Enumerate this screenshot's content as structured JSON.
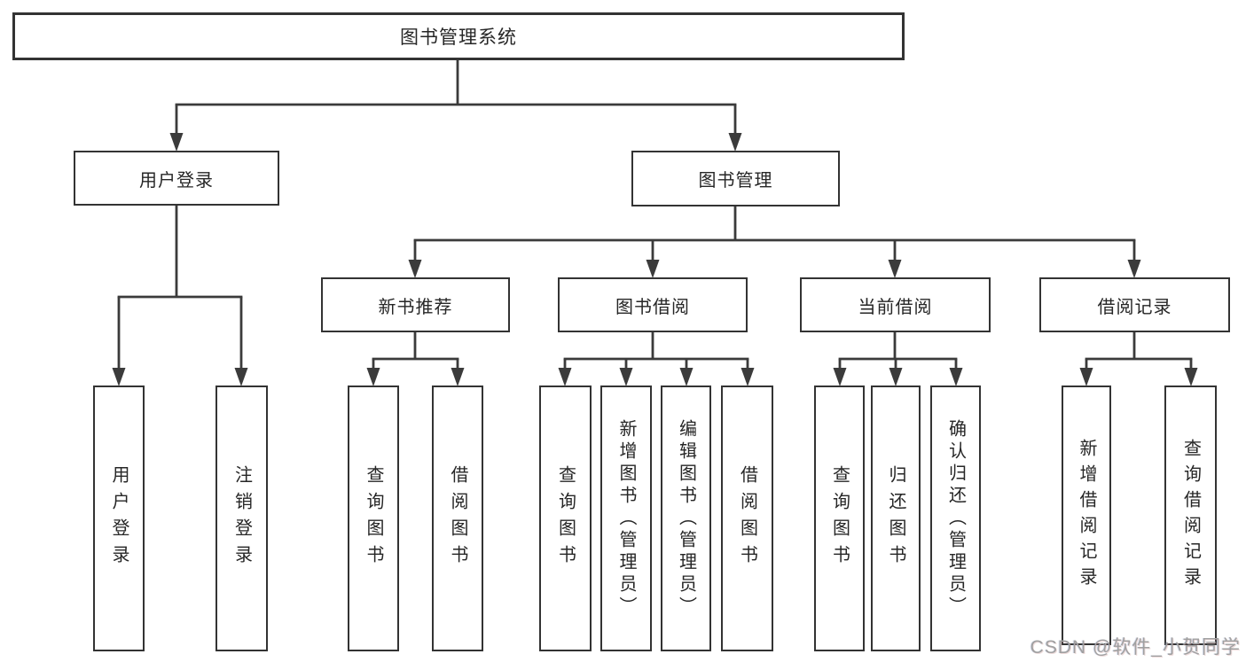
{
  "diagram": {
    "title": "图书管理系统",
    "type": "hierarchy-tree"
  },
  "nodes": {
    "root": {
      "label": "图书管理系统"
    },
    "user_login": {
      "label": "用户登录"
    },
    "book_mgmt": {
      "label": "图书管理"
    },
    "new_book": {
      "label": "新书推荐"
    },
    "book_borrow": {
      "label": "图书借阅"
    },
    "current_borrow": {
      "label": "当前借阅"
    },
    "borrow_record": {
      "label": "借阅记录"
    },
    "u_login": {
      "label": "用户登录"
    },
    "u_logout": {
      "label": "注销登录"
    },
    "nb_query": {
      "label": "查询图书"
    },
    "nb_borrow": {
      "label": "借阅图书"
    },
    "bb_query": {
      "label": "查询图书"
    },
    "bb_add": {
      "label": "新增图书（管理员）"
    },
    "bb_edit": {
      "label": "编辑图书（管理员）"
    },
    "bb_borrow": {
      "label": "借阅图书"
    },
    "cb_query": {
      "label": "查询图书"
    },
    "cb_return": {
      "label": "归还图书"
    },
    "cb_confirm": {
      "label": "确认归还（管理员）"
    },
    "br_add": {
      "label": "新增借阅记录"
    },
    "br_query": {
      "label": "查询借阅记录"
    }
  },
  "watermark": {
    "text": "CSDN @软件_小贺同学"
  },
  "colors": {
    "line": "#3b3b3b",
    "box_border": "#333333",
    "box_fill": "#ffffff",
    "text": "#262626",
    "watermark": "#a0a0a0"
  }
}
